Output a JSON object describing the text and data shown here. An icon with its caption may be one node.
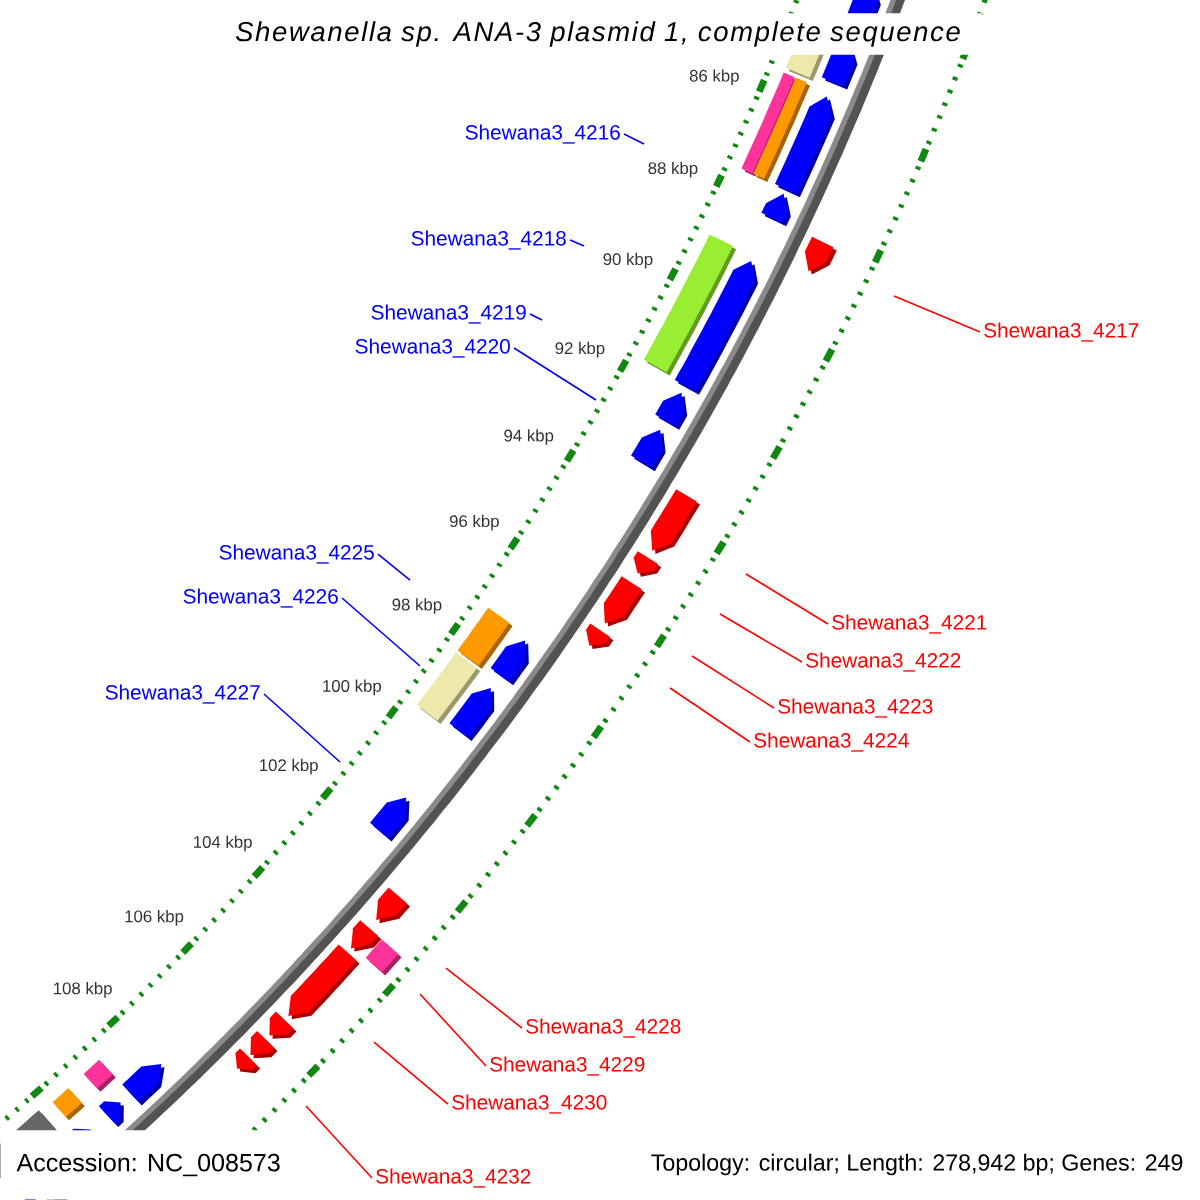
{
  "diagram": {
    "title": "Shewanella sp. ANA-3 plasmid 1, complete sequence",
    "nodes": [
      {
        "text": [
          "Shewana3_4216"
        ]
      },
      {
        "text": [
          "Shewana3_4218"
        ]
      },
      {
        "text": [
          "Shewana3_4219"
        ]
      },
      {
        "text": [
          "Shewana3_4217"
        ]
      },
      {
        "text": [
          "Shewana3_4220"
        ]
      },
      {
        "text": [
          "Shewana3_4225"
        ]
      },
      {
        "text": [
          "Shewana3_4226"
        ]
      },
      {
        "text": [
          "Shewana3_4221"
        ]
      },
      {
        "text": [
          "Shewana3_4222"
        ]
      },
      {
        "text": [
          "Shewana3_4227"
        ]
      },
      {
        "text": [
          "Shewana3_4223"
        ]
      },
      {
        "text": [
          "Shewana3_4224"
        ]
      },
      {
        "text": [
          "Shewana3_4228"
        ]
      },
      {
        "text": [
          "Shewana3_4229"
        ]
      },
      {
        "text": [
          "Shewana3_4230"
        ]
      },
      {
        "text": [
          "Shewana3_4232"
        ]
      }
    ],
    "edges": [
      {
        "from": 0,
        "to": null,
        "arrow": "none",
        "color": "#0000ff"
      },
      {
        "from": 1,
        "to": null,
        "arrow": "none",
        "color": "#0000ff"
      },
      {
        "from": 2,
        "to": null,
        "arrow": "none",
        "color": "#0000ff"
      },
      {
        "from": 3,
        "to": null,
        "arrow": "none"
      },
      {
        "from": 4,
        "to": null,
        "arrow": "none",
        "color": "#0000ff"
      },
      {
        "from": 5,
        "to": null,
        "arrow": "none",
        "color": "#0000ff"
      },
      {
        "from": 6,
        "to": null,
        "arrow": "none",
        "color": "#0000ff"
      },
      {
        "from": 7,
        "to": null,
        "arrow": "none"
      },
      {
        "from": 8,
        "to": null,
        "arrow": "none"
      },
      {
        "from": 9,
        "to": null,
        "arrow": "none",
        "color": "#0000ff"
      },
      {
        "from": 10,
        "to": null,
        "arrow": "none"
      },
      {
        "from": 11,
        "to": null,
        "arrow": "none"
      },
      {
        "from": 12,
        "to": null,
        "arrow": "none"
      },
      {
        "from": 13,
        "to": null,
        "arrow": "none"
      },
      {
        "from": 14,
        "to": null,
        "arrow": "none"
      },
      {
        "from": 15,
        "to": null,
        "arrow": "none"
      }
    ],
    "labels": [
      "86 kbp",
      "88 kbp",
      "90 kbp",
      "92 kbp",
      "94 kbp",
      "96 kbp",
      "98 kbp",
      "100 kbp",
      "102 kbp",
      "104 kbp",
      "106 kbp",
      "108 kbp",
      "Accession: NC_008573",
      "Topology: circular; Length: 278,942 bp; Genes: 249"
    ]
  }
}
